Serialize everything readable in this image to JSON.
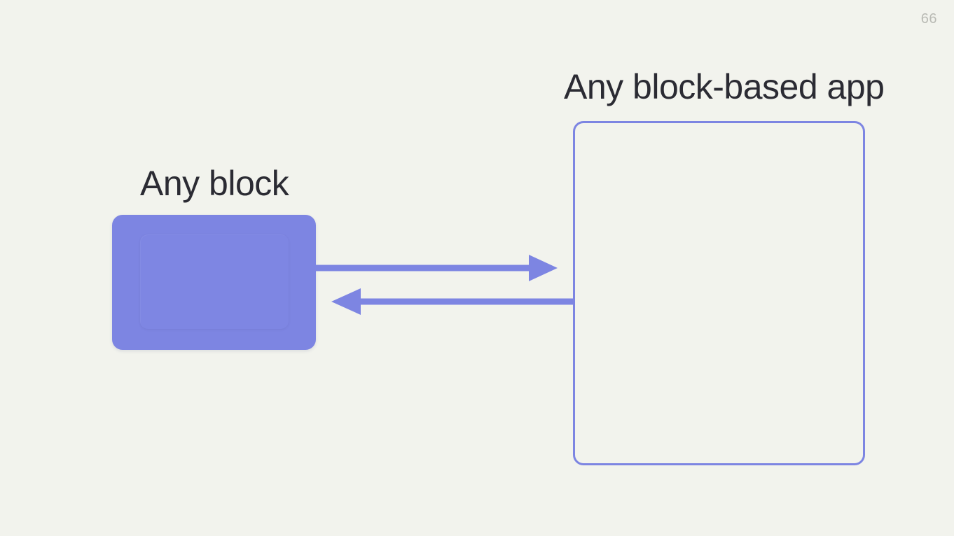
{
  "slide": {
    "page_number": "66",
    "background_color": "#f2f3ed",
    "accent_color": "#7d85e2",
    "text_color": "#2b2b33",
    "page_number_color": "#b9bab4"
  },
  "captions": {
    "block": "Any block",
    "app": "Any block-based app"
  },
  "shapes": {
    "block": {
      "label": "Any block",
      "fill": "#7d85e2",
      "inner_fill": "#7e86e3"
    },
    "app": {
      "label": "Any block-based app",
      "stroke": "#7d85e2",
      "fill": "transparent"
    }
  },
  "connectors": [
    {
      "name": "block-to-app",
      "direction": "right",
      "from": "block",
      "to": "app",
      "color": "#7d85e2"
    },
    {
      "name": "app-to-block",
      "direction": "left",
      "from": "app",
      "to": "block",
      "color": "#7d85e2"
    }
  ]
}
